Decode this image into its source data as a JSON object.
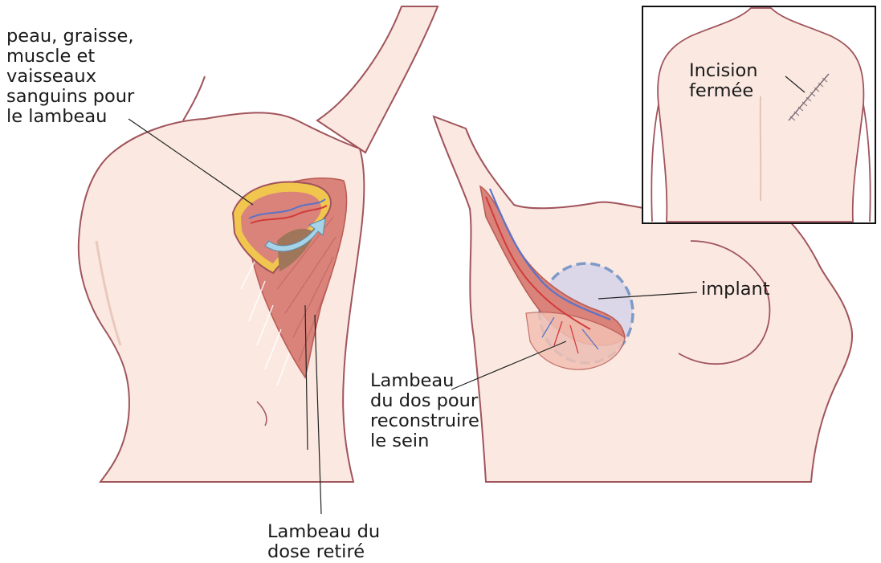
{
  "labels": {
    "flap_tissue": "peau, graisse,\nmuscle et\nvaisseaux\nsanguins pour\nle lambeau",
    "flap_removed": "Lambeau du\ndose retiré",
    "implant": "implant",
    "flap_reconstruction": "Lambeau\ndu dos pour\nreconstruire\nle sein",
    "closed_incision": "Incision\nfermée"
  },
  "colors": {
    "skin": "#fbe9e1",
    "skin_outline": "#a0545b",
    "muscle": "#d9837a",
    "muscle_dark": "#b85a55",
    "fat": "#f1c64f",
    "vessel_blue": "#5b73c8",
    "vessel_red": "#d23a3a",
    "arrow": "#a7d3e6",
    "implant_fill": "#dcd7e8",
    "implant_dash": "#7d9ac8",
    "leader": "#222222",
    "inset_border": "#111111"
  }
}
